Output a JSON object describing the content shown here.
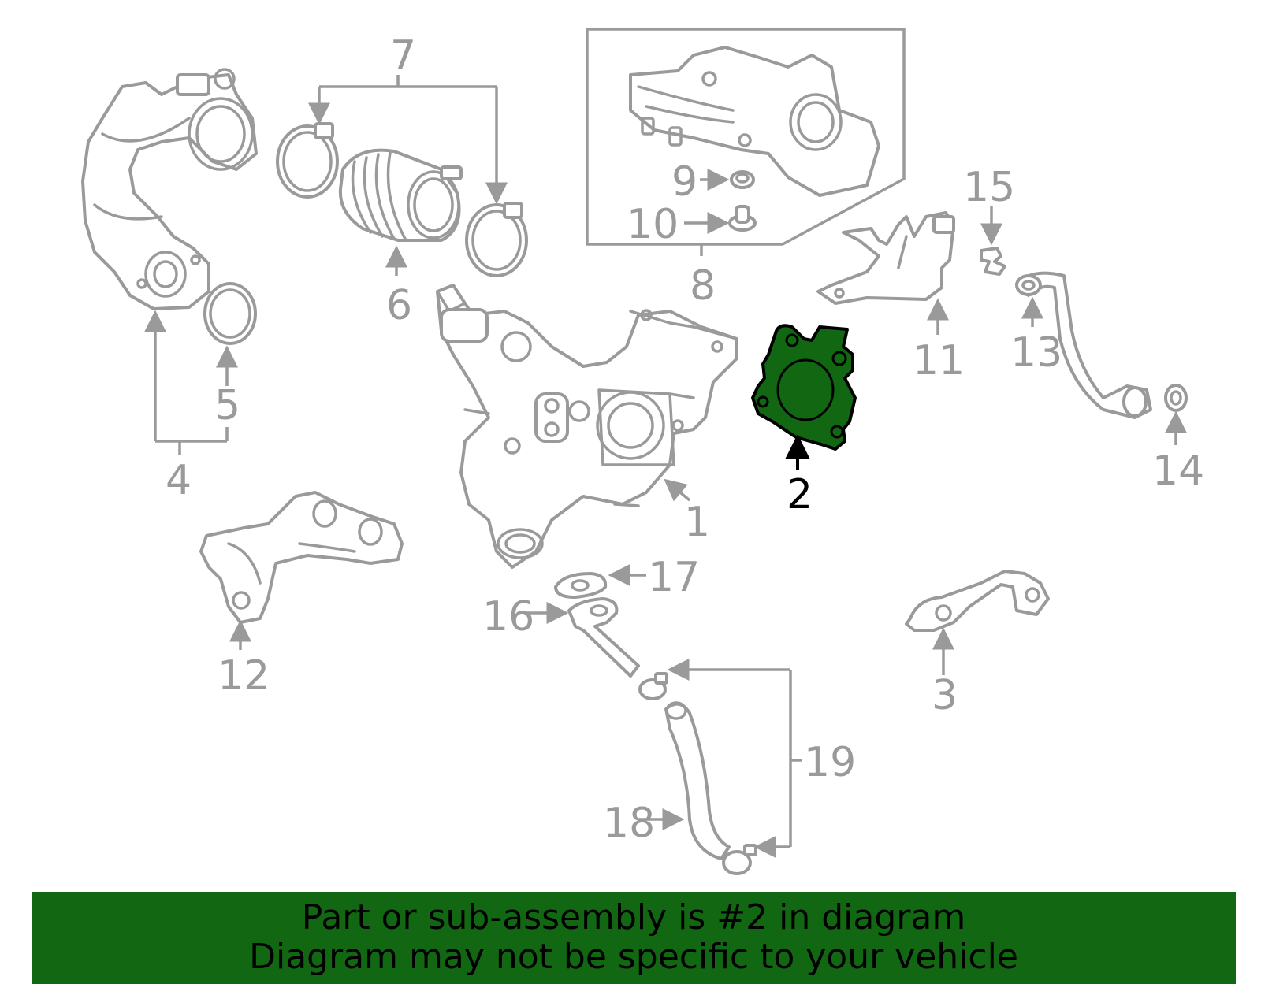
{
  "diagram": {
    "highlight_color": "#126712",
    "callouts": {
      "c1": "1",
      "c2": "2",
      "c3": "3",
      "c4": "4",
      "c5": "5",
      "c6": "6",
      "c7": "7",
      "c8": "8",
      "c9": "9",
      "c10": "10",
      "c11": "11",
      "c12": "12",
      "c13": "13",
      "c14": "14",
      "c15": "15",
      "c16": "16",
      "c17": "17",
      "c18": "18",
      "c19": "19"
    }
  },
  "banner": {
    "line1": "Part or sub-assembly is #2 in diagram",
    "line2": "Diagram may not be specific to your vehicle"
  }
}
